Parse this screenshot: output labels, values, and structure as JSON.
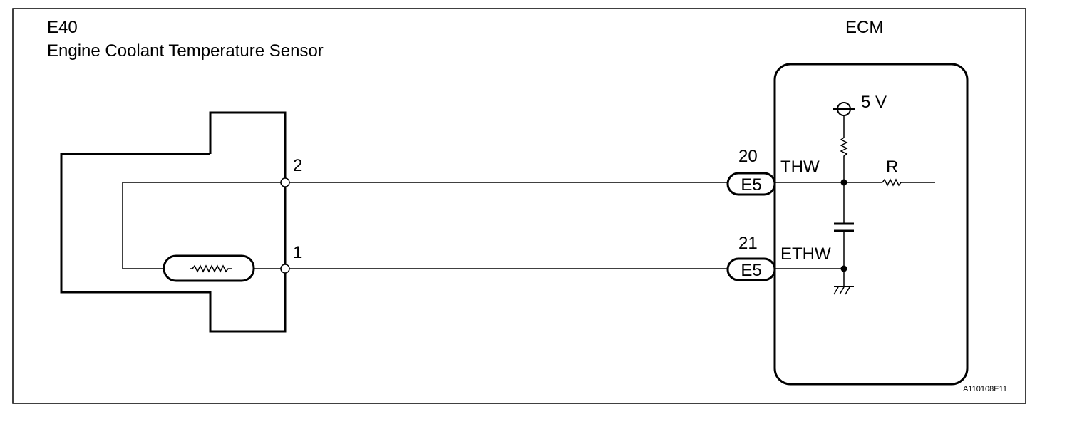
{
  "sensor": {
    "code": "E40",
    "name": "Engine Coolant Temperature Sensor",
    "pin_top": "2",
    "pin_bottom": "1"
  },
  "ecm": {
    "title": "ECM",
    "supply": "5 V",
    "resistor": "R",
    "signal_terminal": {
      "pin": "20",
      "connector": "E5",
      "name": "THW"
    },
    "ground_terminal": {
      "pin": "21",
      "connector": "E5",
      "name": "ETHW"
    }
  },
  "figure_id": "A110108E11"
}
